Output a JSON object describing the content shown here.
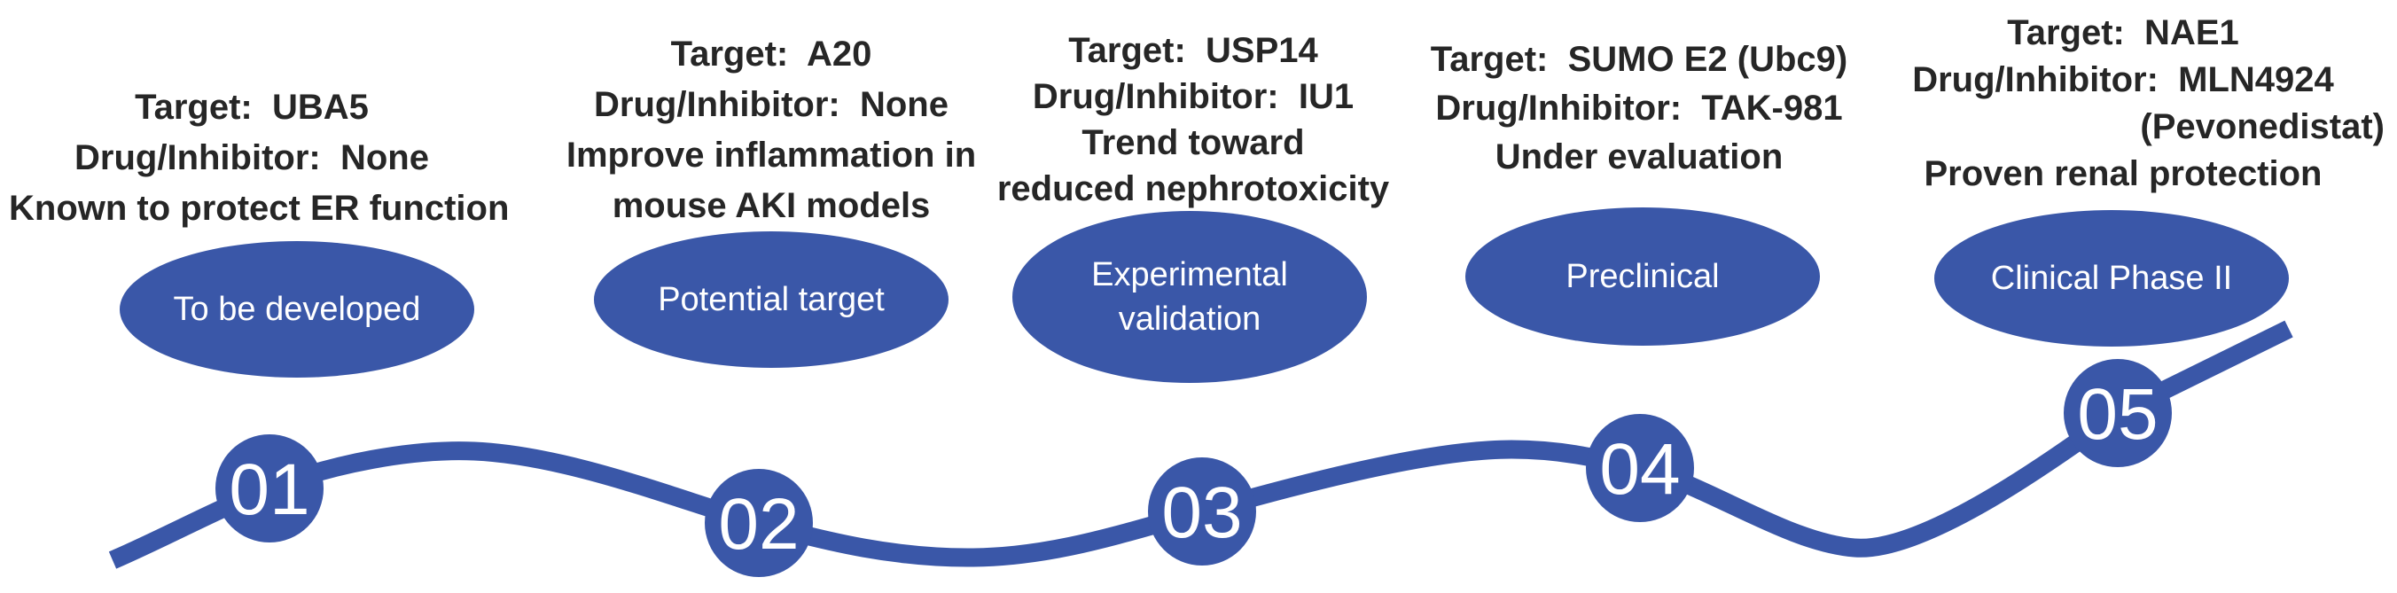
{
  "colors": {
    "blue": "#3a57a8",
    "text_dark": "#262626",
    "white": "#ffffff"
  },
  "stages": [
    {
      "number": "01",
      "info_lines": [
        "Target:  UBA5",
        "Drug/Inhibitor:  None",
        "Known to protect ER function"
      ],
      "badge_lines": [
        "To be developed"
      ]
    },
    {
      "number": "02",
      "info_lines": [
        "Target:  A20",
        "Drug/Inhibitor:  None",
        "Improve inflammation in",
        "mouse AKI models"
      ],
      "badge_lines": [
        "Potential target"
      ]
    },
    {
      "number": "03",
      "info_lines": [
        "Target:  USP14",
        "Drug/Inhibitor:  IU1",
        "Trend toward",
        "reduced nephrotoxicity"
      ],
      "badge_lines": [
        "Experimental",
        "validation"
      ]
    },
    {
      "number": "04",
      "info_lines": [
        "Target:  SUMO E2 (Ubc9)",
        "Drug/Inhibitor:  TAK-981",
        "Under evaluation"
      ],
      "badge_lines": [
        "Preclinical"
      ]
    },
    {
      "number": "05",
      "info_lines": [
        "Target:  NAE1",
        "Drug/Inhibitor:  MLN4924",
        "(Pevonedistat)",
        "Proven renal protection"
      ],
      "badge_lines": [
        "Clinical Phase II"
      ]
    }
  ]
}
